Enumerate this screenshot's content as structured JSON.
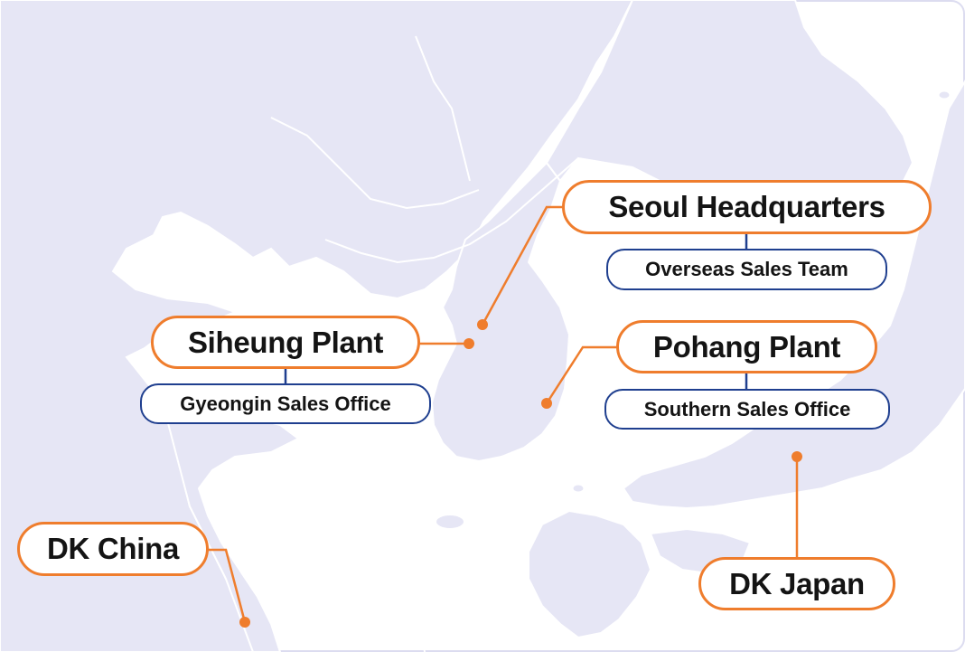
{
  "locations": {
    "seoul": {
      "name": "Seoul Headquarters",
      "sub": "Overseas Sales Team"
    },
    "siheung": {
      "name": "Siheung Plant",
      "sub": "Gyeongin Sales Office"
    },
    "pohang": {
      "name": "Pohang Plant",
      "sub": "Southern Sales Office"
    },
    "china": {
      "name": "DK China"
    },
    "japan": {
      "name": "DK Japan"
    }
  },
  "colors": {
    "land": "#e6e6f5",
    "sea": "#ffffff",
    "coast": "#ffffff",
    "frame": "#dcdcf0",
    "accent": "#ef7d2d",
    "sub_border": "#1f3f8f",
    "text": "#141414"
  }
}
